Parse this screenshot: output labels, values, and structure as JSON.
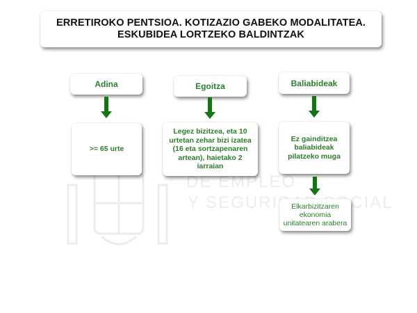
{
  "title": {
    "line1": "ERRETIROKO PENTSIOA. KOTIZAZIO GABEKO MODALITATEA.",
    "line2": "ESKUBIDEA LORTZEKO BALDINTZAK"
  },
  "columns": [
    {
      "header": "Adina",
      "body": ">= 65 urte"
    },
    {
      "header": "Egoitza",
      "body": "Legez bizitzea, eta 10 urtetan zehar bizi izatea (16 eta sortzapenaren artean), haietako 2 iarraian"
    },
    {
      "header": "Baliabideak",
      "body": "Ez gainditzea baliabideak pilatzeko muga",
      "note": "Elkarbizitzaren ekonomia unitatearen arabera"
    }
  ],
  "watermark": {
    "line1": "DE EMPLEO",
    "line2": "Y SEGURIDAD SOCIAL"
  },
  "colors": {
    "accent_green": "#2c7d2c",
    "arrow_green": "#117711",
    "title_text": "#111111"
  }
}
